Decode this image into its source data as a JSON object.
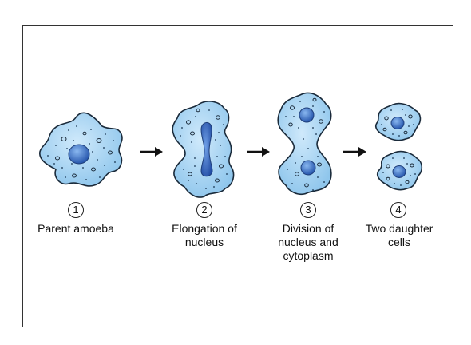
{
  "colors": {
    "cytoplasm": "#a9d5f2",
    "cytoplasm_outline": "#1a2a3a",
    "nucleus": "#3f7fd6",
    "nucleus_dark": "#1f4fa8",
    "granule": "#15324f"
  },
  "icons": [
    "arrow-right-icon"
  ],
  "stages": [
    {
      "number": "1",
      "caption": [
        "Parent amoeba"
      ]
    },
    {
      "number": "2",
      "caption": [
        "Elongation of",
        "nucleus"
      ]
    },
    {
      "number": "3",
      "caption": [
        "Division of",
        "nucleus and",
        "cytoplasm"
      ]
    },
    {
      "number": "4",
      "caption": [
        "Two daughter",
        "cells"
      ]
    }
  ]
}
